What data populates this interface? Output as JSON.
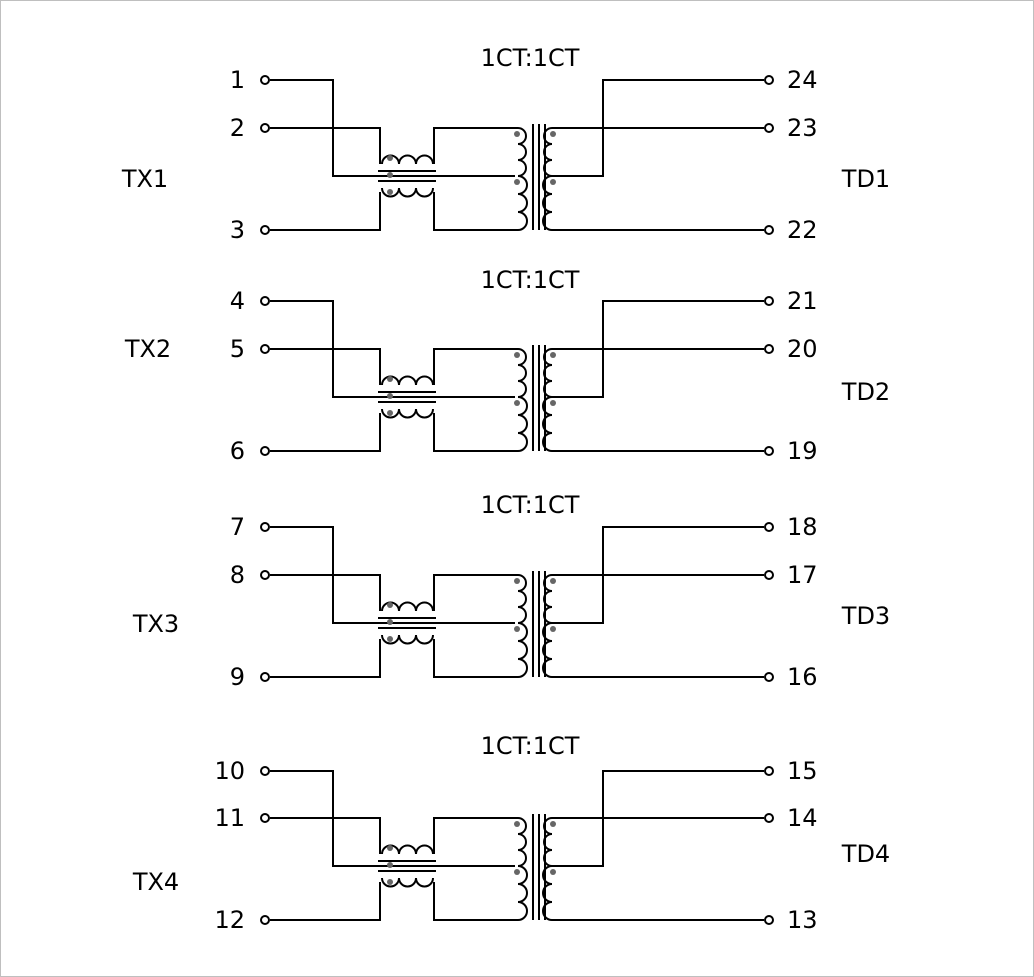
{
  "channels": [
    {
      "ratio": "1CT:1CT",
      "left_name": "TX1",
      "right_name": "TD1",
      "left_pins": [
        "1",
        "2",
        "3"
      ],
      "right_pins": [
        "24",
        "23",
        "22"
      ]
    },
    {
      "ratio": "1CT:1CT",
      "left_name": "TX2",
      "right_name": "TD2",
      "left_pins": [
        "4",
        "5",
        "6"
      ],
      "right_pins": [
        "21",
        "20",
        "19"
      ]
    },
    {
      "ratio": "1CT:1CT",
      "left_name": "TX3",
      "right_name": "TD3",
      "left_pins": [
        "7",
        "8",
        "9"
      ],
      "right_pins": [
        "18",
        "17",
        "16"
      ]
    },
    {
      "ratio": "1CT:1CT",
      "left_name": "TX4",
      "right_name": "TD4",
      "left_pins": [
        "10",
        "11",
        "12"
      ],
      "right_pins": [
        "15",
        "14",
        "13"
      ]
    }
  ]
}
